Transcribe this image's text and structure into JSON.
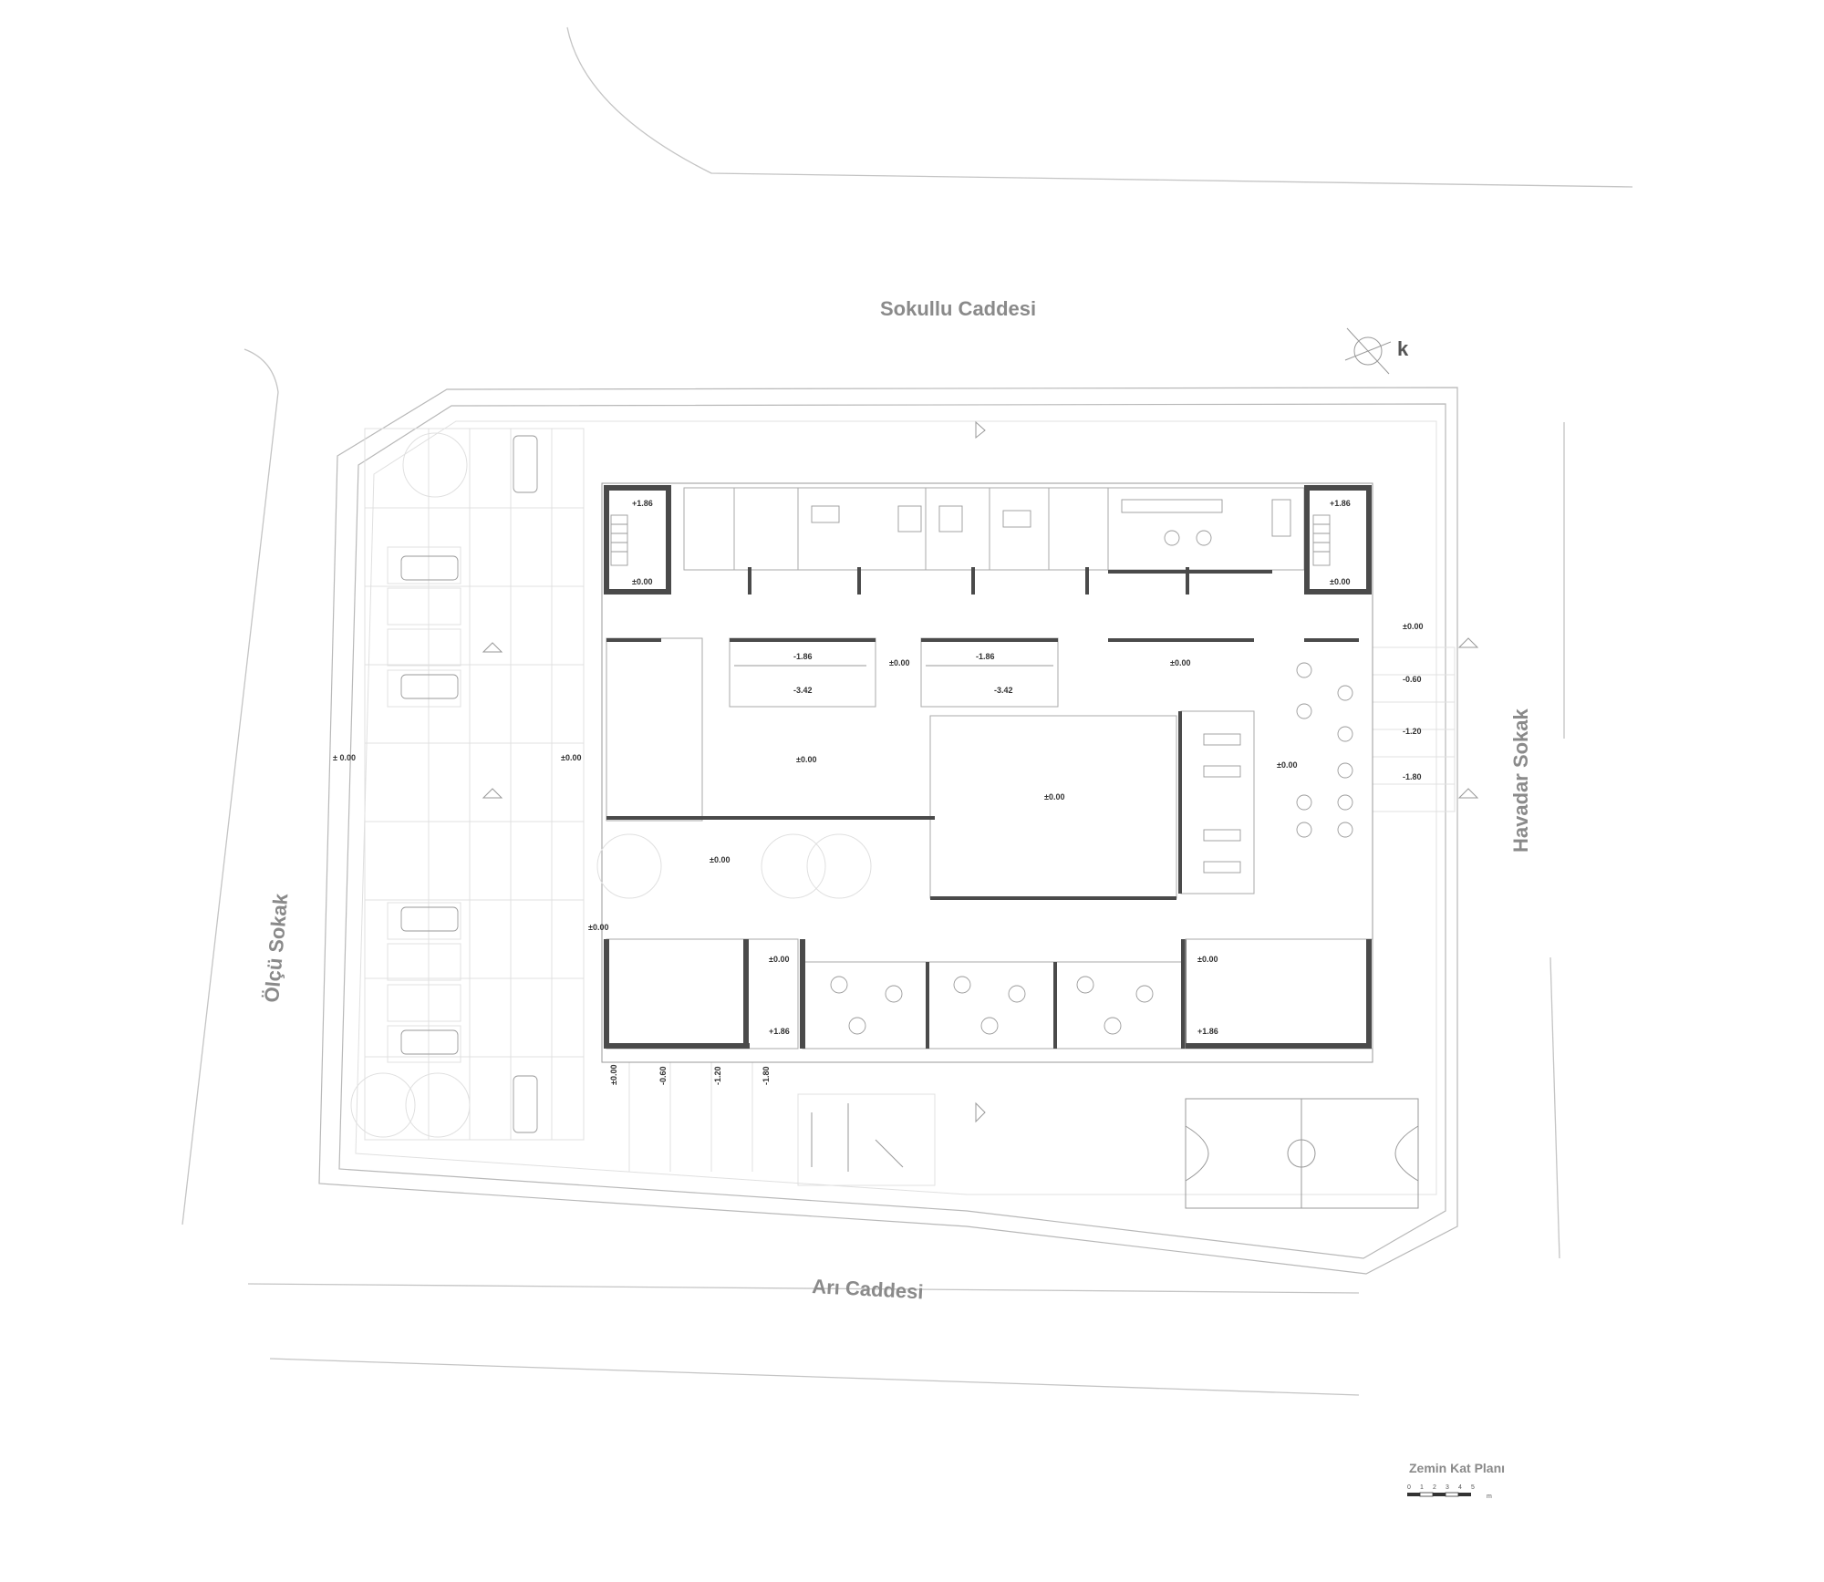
{
  "streets": {
    "north": "Sokullu Caddesi",
    "south": "Arı Caddesi",
    "west": "Ölçü Sokak",
    "east": "Havadar Sokak"
  },
  "north_arrow_letter": "k",
  "levels": {
    "stair_nw_top": "+1.86",
    "stair_nw_bottom": "±0.00",
    "stair_ne_top": "+1.86",
    "stair_ne_bottom": "±0.00",
    "stair1_upper": "-1.86",
    "stair1_lower": "-3.42",
    "stair2_upper": "-1.86",
    "stair2_lower": "-3.42",
    "corridor_north_mid": "±0.00",
    "corridor_north_east": "±0.00",
    "courtyard_west": "±0.00",
    "courtyard_center": "±0.00",
    "corridor_south": "±0.00",
    "east_hall": "±0.00",
    "east_entry": "±0.00",
    "east_ramp_1": "-0.60",
    "east_ramp_2": "-1.20",
    "east_ramp_3": "-1.80",
    "west_gate": "± 0.00",
    "west_entry": "±0.00",
    "west_side_entry": "±0.00",
    "stair_sw_top": "±0.00",
    "stair_sw_bottom": "+1.86",
    "stair_se_top": "±0.00",
    "stair_se_bottom": "+1.86",
    "south_ramp_0": "±0.00",
    "south_ramp_1": "-0.60",
    "south_ramp_2": "-1.20",
    "south_ramp_3": "-1.80"
  },
  "title": "Zemin Kat Planı",
  "scale": {
    "ticks": [
      "0",
      "1",
      "2",
      "3",
      "4",
      "5"
    ],
    "unit": "m"
  }
}
